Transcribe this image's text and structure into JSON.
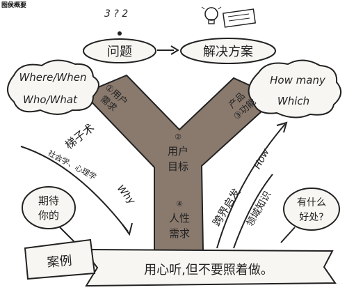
{
  "corner_label": "图侯概要",
  "top": {
    "question_marks": "3 ? 2",
    "problem": "问题",
    "solution": "解决方案"
  },
  "cloud_left": {
    "line1": "Where/When",
    "line2": "Who/What"
  },
  "cloud_right": {
    "line1": "How many",
    "line2": "Which"
  },
  "y_shape": {
    "left_arm": [
      "①用户",
      "需求"
    ],
    "right_arm": [
      "产品",
      "③功能"
    ],
    "center_label": [
      "②",
      "用户",
      "目标"
    ],
    "bottom_label": [
      "④",
      "人性",
      "需求"
    ]
  },
  "left_side": {
    "ladder": "梯子术",
    "disciplines": "社会学、心理学",
    "why": "Why",
    "expect": [
      "期待",
      "你的"
    ]
  },
  "right_side": {
    "how": "How",
    "cross_boundary": "跨界启发",
    "domain_knowledge": "领域知识",
    "benefit": [
      "有什么",
      "好处?"
    ]
  },
  "bottom": {
    "case": "案例",
    "banner": "用心听,但不要照着做。"
  },
  "colors": {
    "trunk": "#8a7a6e",
    "outline": "#222222",
    "paper": "#f7f6f2"
  }
}
